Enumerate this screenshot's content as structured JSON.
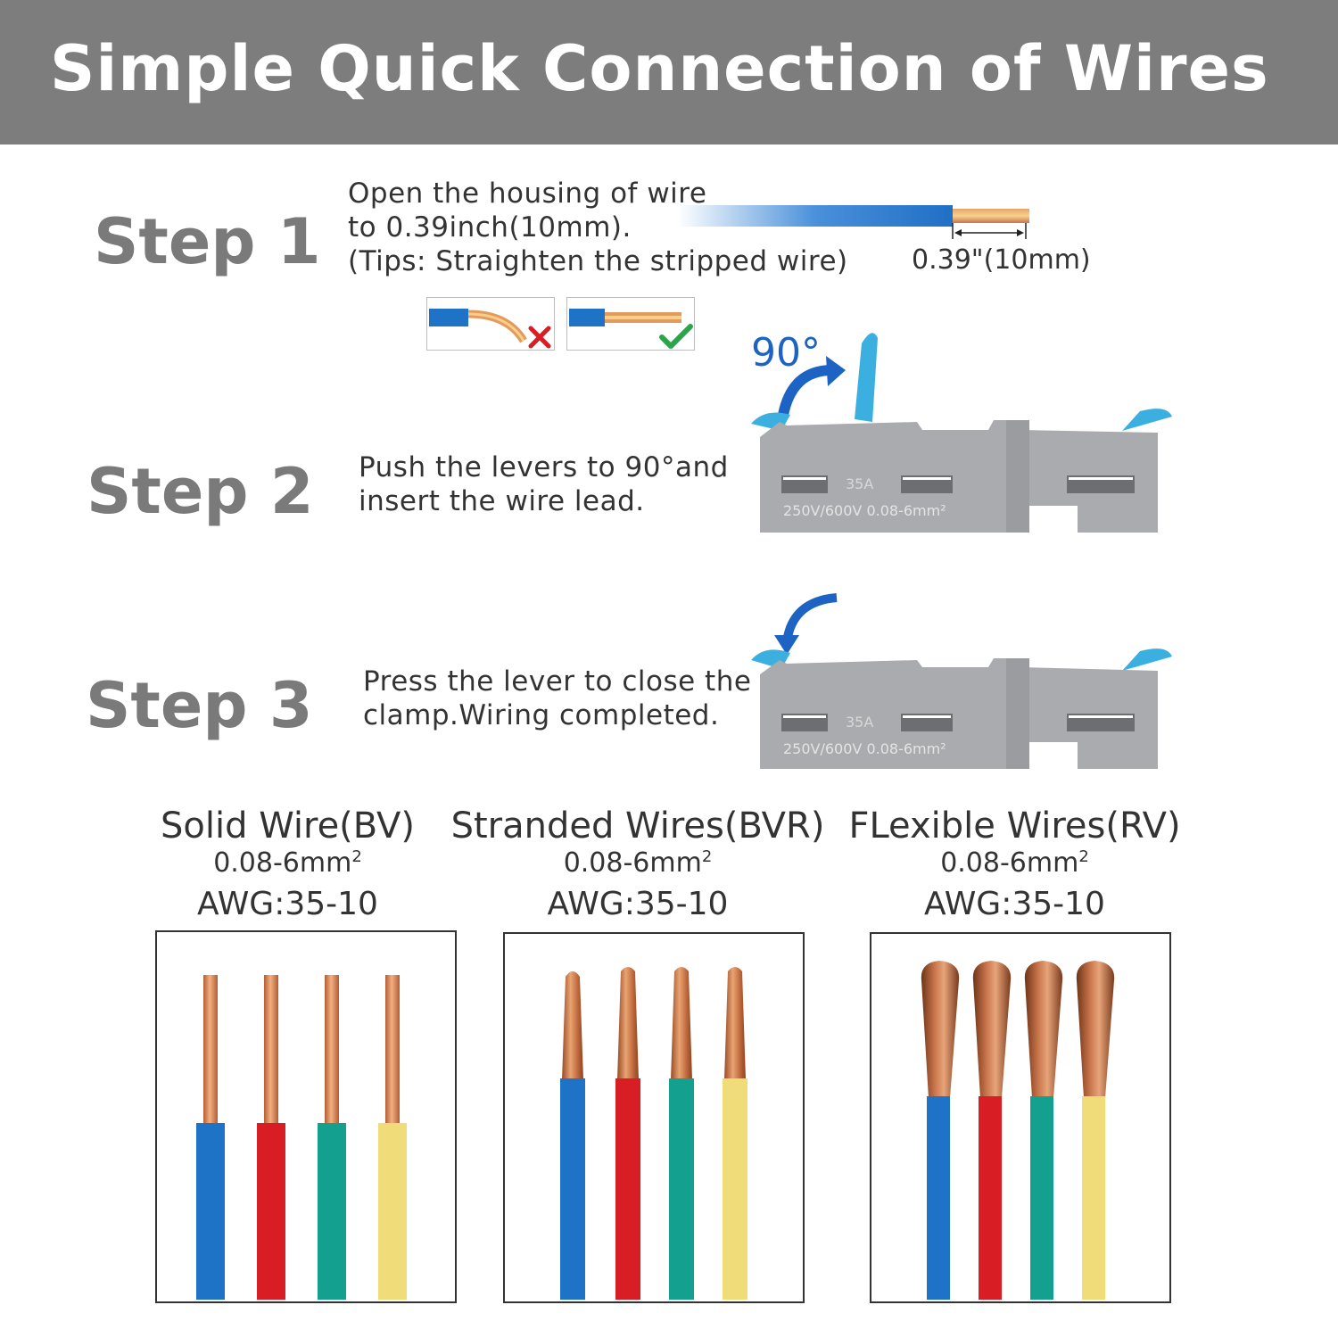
{
  "header": {
    "title": "Simple Quick Connection of Wires"
  },
  "step1": {
    "label": "Step 1",
    "line1": "Open the housing of wire",
    "line2": "to 0.39inch(10mm).",
    "line3": "(Tips:  Straighten the stripped wire)",
    "measure": "0.39\"(10mm)"
  },
  "step2": {
    "label": "Step 2",
    "line1": "Push the levers to 90°and",
    "line2": "insert the wire lead.",
    "angle": "90°"
  },
  "step3": {
    "label": "Step 3",
    "line1": "Press the lever to close the",
    "line2": "clamp.Wiring completed."
  },
  "connector": {
    "rating": "35A",
    "spec": "250V/600V  0.08-6mm²"
  },
  "wire_types": [
    {
      "title": "Solid Wire(BV)",
      "range": "0.08-6mm",
      "range_sup": "2",
      "awg": "AWG:35-10"
    },
    {
      "title": "Stranded Wires(BVR)",
      "range": "0.08-6mm",
      "range_sup": "2",
      "awg": "AWG:35-10"
    },
    {
      "title": "FLexible Wires(RV)",
      "range": "0.08-6mm",
      "range_sup": "2",
      "awg": "AWG:35-10"
    }
  ],
  "colors": {
    "header_bg": "#7d7d7d",
    "step_label": "#7a7a7a",
    "wire_blue": "#1f73c7",
    "wire_red": "#d81d24",
    "wire_green": "#14a08e",
    "wire_yellow": "#f0dc78",
    "copper": "#c8744a",
    "connector_gray": "#a9abae",
    "lever_blue": "#3bb0e0"
  }
}
